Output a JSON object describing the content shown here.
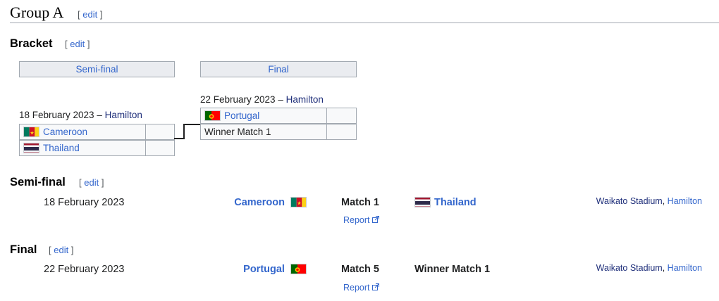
{
  "group_heading": {
    "title": "Group A",
    "edit_label": "edit"
  },
  "bracket": {
    "heading": "Bracket",
    "edit_label": "edit",
    "round_semi_label": "Semi-final",
    "round_final_label": "Final",
    "semi_match": {
      "date": "18 February 2023 –",
      "venue": "Hamilton",
      "team1": {
        "name": "Cameroon",
        "flag": "cameroon-flag"
      },
      "team2": {
        "name": "Thailand",
        "flag": "thailand-flag"
      }
    },
    "final_match": {
      "date": "22 February 2023 –",
      "venue": "Hamilton",
      "team1": {
        "name": "Portugal",
        "flag": "portugal-flag"
      },
      "team2": {
        "name": "Winner Match 1"
      }
    }
  },
  "semi_final": {
    "heading": "Semi-final",
    "edit_label": "edit",
    "date": "18 February 2023",
    "home_team": "Cameroon",
    "match_label": "Match 1",
    "report_label": "Report",
    "away_team": "Thailand",
    "stadium": "Waikato Stadium",
    "separator": ",",
    "city": "Hamilton"
  },
  "final": {
    "heading": "Final",
    "edit_label": "edit",
    "date": "22 February 2023",
    "home_team": "Portugal",
    "match_label": "Match 5",
    "report_label": "Report",
    "away_team": "Winner Match 1",
    "stadium": "Waikato Stadium",
    "separator": ",",
    "city": "Hamilton"
  },
  "colors": {
    "link": "#3366cc",
    "navy_link": "#1f2f7a",
    "header_bg": "#eaecf0",
    "cell_bg": "#f8f9fa",
    "border": "#a2a9b1"
  },
  "brackets": {
    "open": "[",
    "close": "]"
  }
}
